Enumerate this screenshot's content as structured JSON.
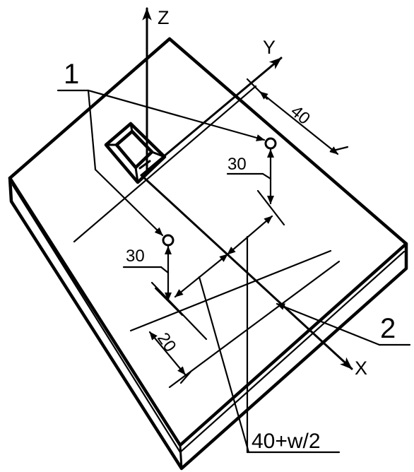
{
  "diagram": {
    "axes": {
      "x": "X",
      "y": "Y",
      "z": "Z"
    },
    "callouts": {
      "item_1": "1",
      "item_2": "2"
    },
    "dimensions": {
      "pin_spacing_top": "40",
      "pin_offset_right": "30",
      "pin_offset_left": "30",
      "edge_offset": "20",
      "combined": "40+w/2"
    }
  }
}
